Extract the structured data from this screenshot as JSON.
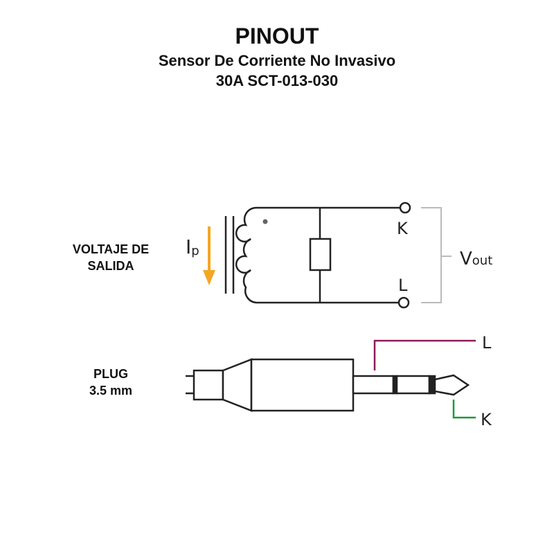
{
  "header": {
    "title": "PINOUT",
    "subtitle_line1": "Sensor De Corriente No Invasivo",
    "subtitle_line2": "30A SCT-013-030"
  },
  "labels": {
    "voltage_line1": "VOLTAJE DE",
    "voltage_line2": "SALIDA",
    "plug_line1": "PLUG",
    "plug_line2": "3.5 mm"
  },
  "circuit": {
    "current_symbol": "I",
    "current_sub": "p",
    "terminal_k": "K",
    "terminal_l": "L",
    "vout_main": "V",
    "vout_sub": "out"
  },
  "plug": {
    "wire_l": "L",
    "wire_k": "K"
  },
  "colors": {
    "arrow": "#f5a623",
    "wire_l": "#8b1a5a",
    "wire_k": "#1a9a3a"
  }
}
